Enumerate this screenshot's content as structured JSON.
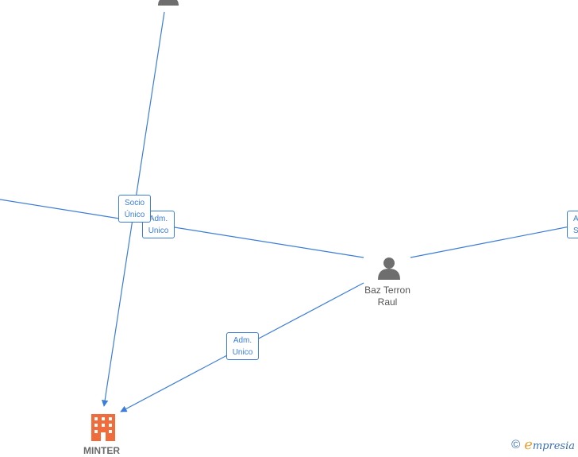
{
  "diagram": {
    "colors": {
      "edge": "#3b7dd8",
      "person_icon": "#6e6e6e",
      "company_icon": "#f26b3a"
    },
    "nodes": {
      "person_top": {
        "icon": "person-icon"
      },
      "person_baz": {
        "icon": "person-icon",
        "name_line1": "Baz Terron",
        "name_line2": "Raul"
      },
      "company_minter": {
        "icon": "building-icon",
        "name": "MINTER"
      }
    },
    "edge_labels": {
      "socio_unico": {
        "line1": "Socio",
        "line2": "Único"
      },
      "adm_unico_upper": {
        "line1": "Adm.",
        "line2": "Unico"
      },
      "adm_unico_lower": {
        "line1": "Adm.",
        "line2": "Unico"
      },
      "adm_right_partial": {
        "line1": "A",
        "line2": "S"
      }
    }
  },
  "footer": {
    "copyright_symbol": "©",
    "brand_first_letter": "e",
    "brand_rest": "mpresia"
  }
}
